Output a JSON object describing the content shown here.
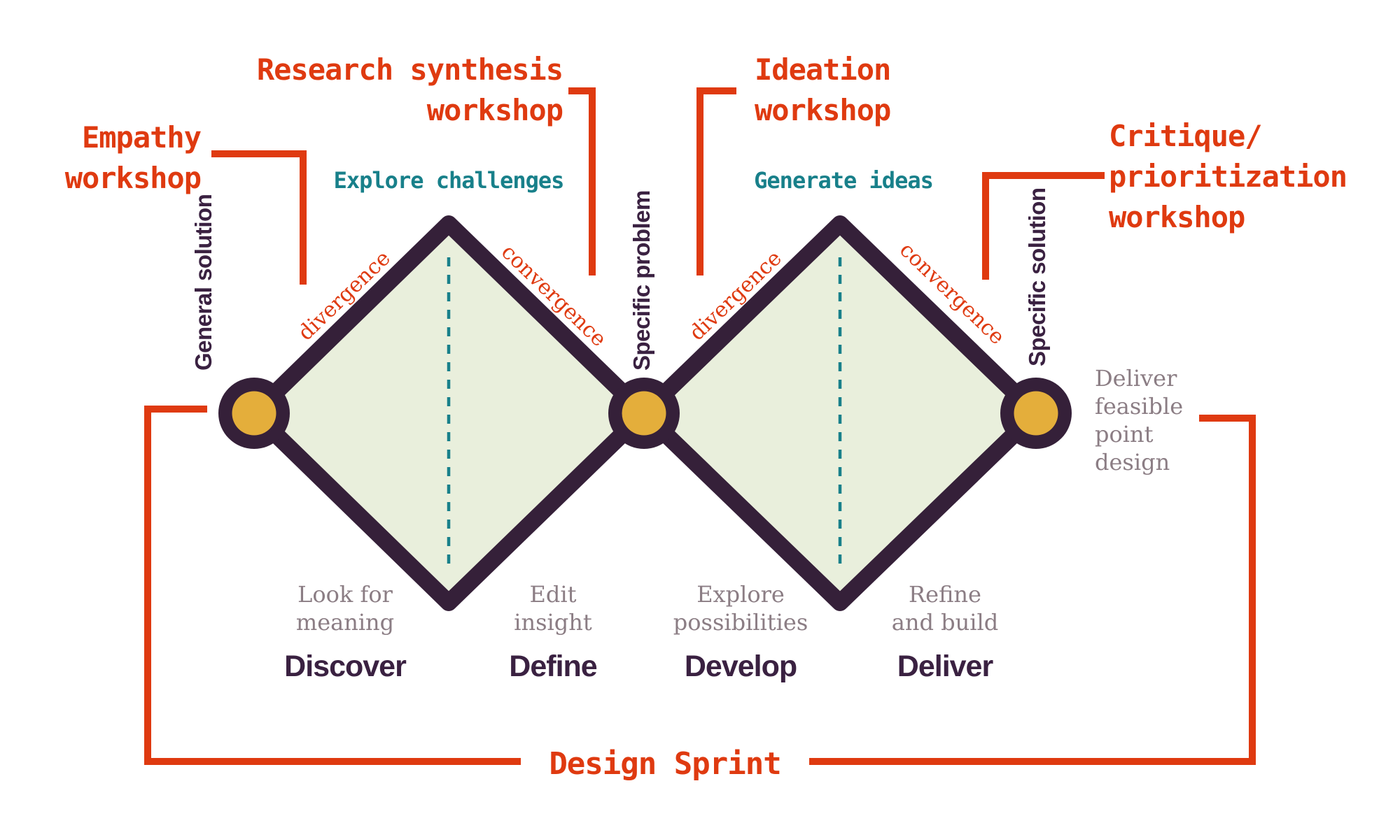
{
  "title": "Double Diamond design process with Design Sprint workshops",
  "colors": {
    "accent_red": "#DF3A10",
    "diamond_outline_purple": "#352039",
    "diamond_fill_green": "#E9EFDC",
    "node_gold": "#E4AE3B",
    "teal": "#18808A",
    "gray_text": "#8B7D84",
    "dark_text": "#3A2141"
  },
  "workshops": {
    "empathy": "Empathy\nworkshop",
    "research_synthesis": "Research synthesis\nworkshop",
    "ideation": "Ideation\nworkshop",
    "critique": "Critique/\nprioritization\nworkshop"
  },
  "teal_labels": {
    "explore_challenges": "Explore challenges",
    "generate_ideas": "Generate ideas"
  },
  "stage_labels": {
    "general_solution": "General solution",
    "specific_problem": "Specific problem",
    "specific_solution": "Specific solution"
  },
  "edge_labels": {
    "divergence": "divergence",
    "convergence": "convergence"
  },
  "phases": [
    {
      "name": "Discover",
      "sub": "Look for\nmeaning"
    },
    {
      "name": "Define",
      "sub": "Edit\ninsight"
    },
    {
      "name": "Develop",
      "sub": "Explore\npossibilities"
    },
    {
      "name": "Deliver",
      "sub": "Refine\nand build"
    }
  ],
  "deliver_note": "Deliver\nfeasible\npoint\ndesign",
  "design_sprint": "Design Sprint"
}
